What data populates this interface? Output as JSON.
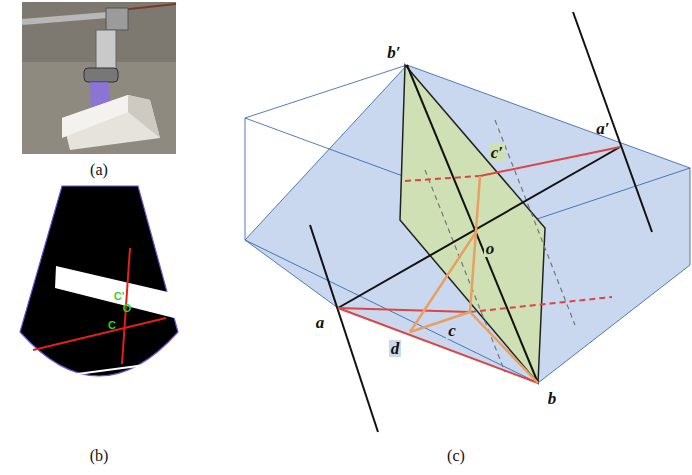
{
  "diagram": {
    "labels": [
      "(a)",
      "(b)",
      "(c)",
      "C'",
      "O",
      "C",
      "b′",
      "c′",
      "a′",
      "o",
      "a",
      "c",
      "d",
      "b"
    ]
  }
}
